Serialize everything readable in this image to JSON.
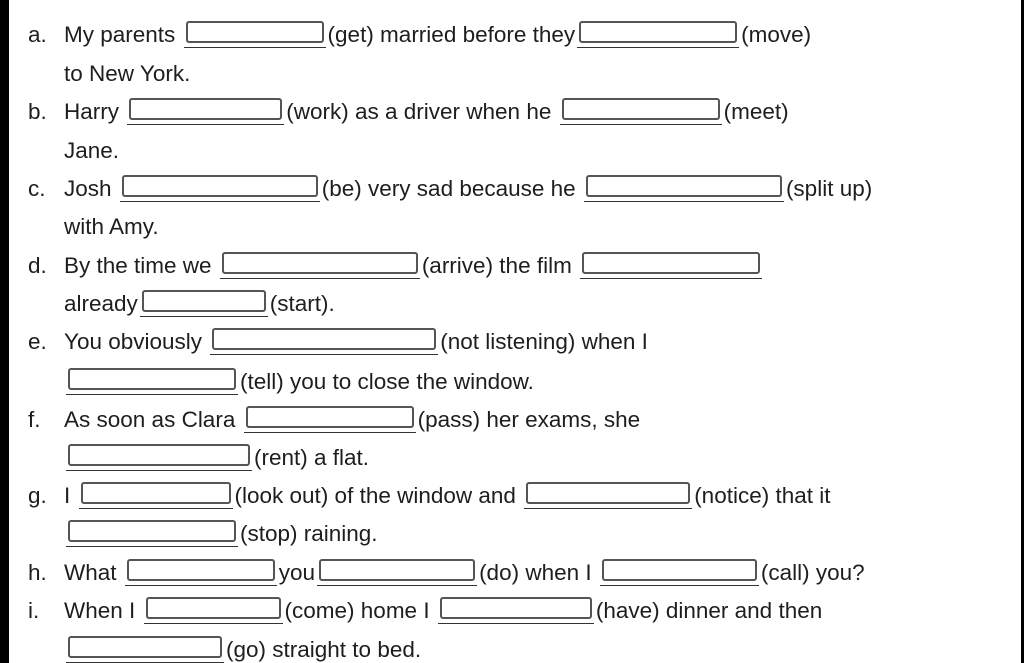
{
  "items": [
    {
      "letter": "a.",
      "p": [
        "My parents ",
        "(get) married before they",
        "(move)",
        "to New York."
      ]
    },
    {
      "letter": "b.",
      "p": [
        "Harry ",
        "(work) as a driver when he ",
        "(meet)",
        "Jane."
      ]
    },
    {
      "letter": "c.",
      "p": [
        "Josh ",
        "(be) very sad because he ",
        "(split up)",
        "with Amy."
      ]
    },
    {
      "letter": "d.",
      "p": [
        "By the time we ",
        "(arrive) the film ",
        "already",
        "(start)."
      ]
    },
    {
      "letter": "e.",
      "p": [
        "You obviously ",
        "(not listening) when I",
        "(tell) you to close the window."
      ]
    },
    {
      "letter": "f.",
      "p": [
        "As soon as Clara ",
        "(pass) her exams, she",
        "(rent) a flat."
      ]
    },
    {
      "letter": "g.",
      "p": [
        "I ",
        "(look out) of the window and ",
        "(notice) that it",
        "(stop) raining."
      ]
    },
    {
      "letter": "h.",
      "p": [
        "What ",
        "you",
        "(do) when I ",
        "(call) you?"
      ]
    },
    {
      "letter": "i.",
      "p": [
        "When I ",
        "(come) home I ",
        "(have) dinner and then",
        "(go) straight to bed."
      ]
    }
  ]
}
